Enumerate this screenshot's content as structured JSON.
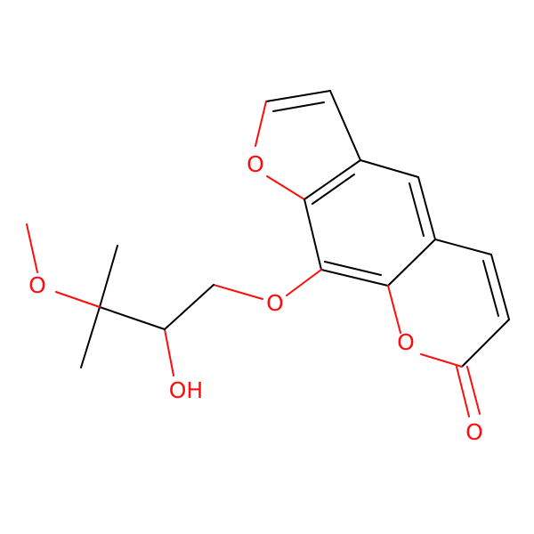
{
  "colors": {
    "carbon_bond": "#000000",
    "oxygen": "#ff0d0d",
    "background": "#ffffff"
  },
  "molecule": {
    "atom_labels": [
      {
        "id": "o-furan",
        "text": "O",
        "element": "O"
      },
      {
        "id": "o-ether",
        "text": "O",
        "element": "O"
      },
      {
        "id": "o-methoxy",
        "text": "O",
        "element": "O"
      },
      {
        "id": "o-hydroxyl",
        "text": "OH",
        "element": "O"
      },
      {
        "id": "o-lactone",
        "text": "O",
        "element": "O"
      },
      {
        "id": "o-carbonyl",
        "text": "O",
        "element": "O"
      }
    ]
  }
}
